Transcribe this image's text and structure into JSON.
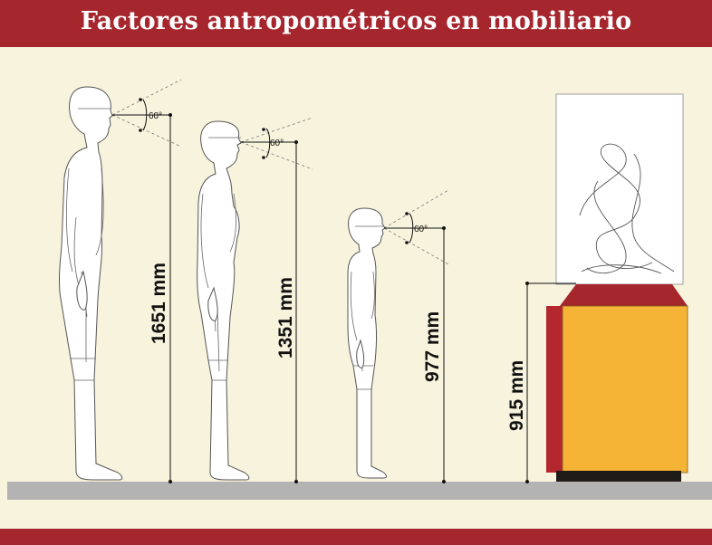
{
  "title": "Factores antropométricos en mobiliario",
  "colors": {
    "background": "#f7f3dd",
    "banner": "#a6262e",
    "floor": "#b3b3b3",
    "cabinet_front": "#f5b436",
    "cabinet_side": "#b5272e",
    "cabinet_top": "#a6262e",
    "plinth": "#1e1b19",
    "display_case": "#ffffff"
  },
  "figures": [
    {
      "name": "adult-man",
      "height_label": "1651 mm",
      "view_angle": "60°"
    },
    {
      "name": "adult-woman",
      "height_label": "1351 mm",
      "view_angle": "60°"
    },
    {
      "name": "child",
      "height_label": "977 mm",
      "view_angle": "60°"
    }
  ],
  "display": {
    "height_label": "915 mm"
  }
}
